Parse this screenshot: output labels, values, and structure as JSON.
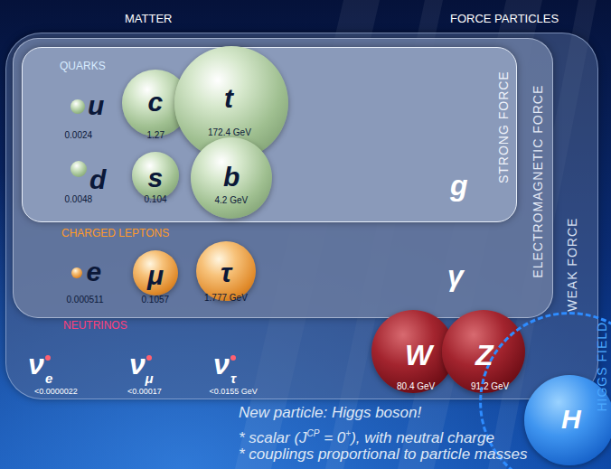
{
  "diagram": {
    "nodes": [
      {
        "text": [
          "WEAK FORCE"
        ]
      },
      {
        "text": [
          "ELECTROMAGNETIC FORCE"
        ],
        "in": 0
      },
      {
        "text": [
          "STRONG FORCE"
        ],
        "in": 1
      },
      {
        "text": [
          "u",
          "0.0024"
        ],
        "in": 2
      },
      {
        "text": [
          "c",
          "1.27"
        ],
        "in": 2
      },
      {
        "text": [
          "t",
          "172.4 GeV"
        ],
        "in": 2
      },
      {
        "text": [
          "d",
          "0.0048"
        ],
        "in": 2
      },
      {
        "text": [
          "s",
          "0.104"
        ],
        "in": 2
      },
      {
        "text": [
          "b",
          "4.2 GeV"
        ],
        "in": 2
      },
      {
        "text": [
          "e",
          "0.000511"
        ],
        "in": 1
      },
      {
        "text": [
          "μ",
          "0.1057"
        ],
        "in": 1
      },
      {
        "text": [
          "τ",
          "1.777 GeV"
        ],
        "in": 1
      },
      {
        "text": [
          "ν",
          "e",
          "<0.0000022"
        ],
        "in": 0
      },
      {
        "text": [
          "ν",
          "μ",
          "<0.00017"
        ],
        "in": 0
      },
      {
        "text": [
          "ν",
          "τ",
          "<0.0155 GeV"
        ],
        "in": 0
      },
      {
        "text": [
          "W",
          "80.4 GeV"
        ],
        "in": 0
      },
      {
        "text": [
          "Z",
          "91.2 GeV"
        ],
        "in": 0
      },
      {
        "text": [
          "HIGGS FIELD"
        ]
      },
      {
        "text": [
          "H"
        ],
        "in": 17
      }
    ],
    "labels": [
      "MATTER",
      "FORCE PARTICLES",
      "QUARKS",
      "g",
      "CHARGED LEPTONS",
      "γ",
      "NEUTRINOS",
      "New particle: Higgs boson!",
      "* scalar (J",
      "CP",
      " = 0",
      "+",
      "), with neutral charge",
      "* couplings proportional to particle masses"
    ]
  }
}
